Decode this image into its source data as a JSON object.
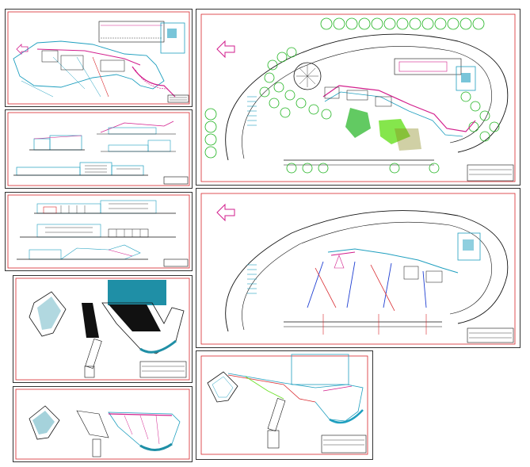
{
  "colors": {
    "frame": "#333333",
    "border_red": "#d8262b",
    "cyan": "#1f9fbf",
    "magenta": "#d21e8c",
    "green": "#1fb31f",
    "lime": "#66e01f",
    "blue": "#1f3fd2",
    "black": "#111111",
    "teal_fill": "#1f8fa6",
    "olive": "#8a8a1f"
  },
  "icons": {
    "north_arrow": "north-arrow-icon",
    "tree": "tree-icon"
  },
  "sheets": [
    {
      "id": "site-plan-small",
      "kind": "site-plan"
    },
    {
      "id": "elevations-1",
      "kind": "elevations"
    },
    {
      "id": "elevations-2",
      "kind": "elevations"
    },
    {
      "id": "roof-plan-1",
      "kind": "roof-plan"
    },
    {
      "id": "roof-plan-2",
      "kind": "roof-plan"
    },
    {
      "id": "landscape-plan",
      "kind": "site-plan"
    },
    {
      "id": "services-plan",
      "kind": "site-plan"
    },
    {
      "id": "level-plan",
      "kind": "floor-plan"
    }
  ]
}
